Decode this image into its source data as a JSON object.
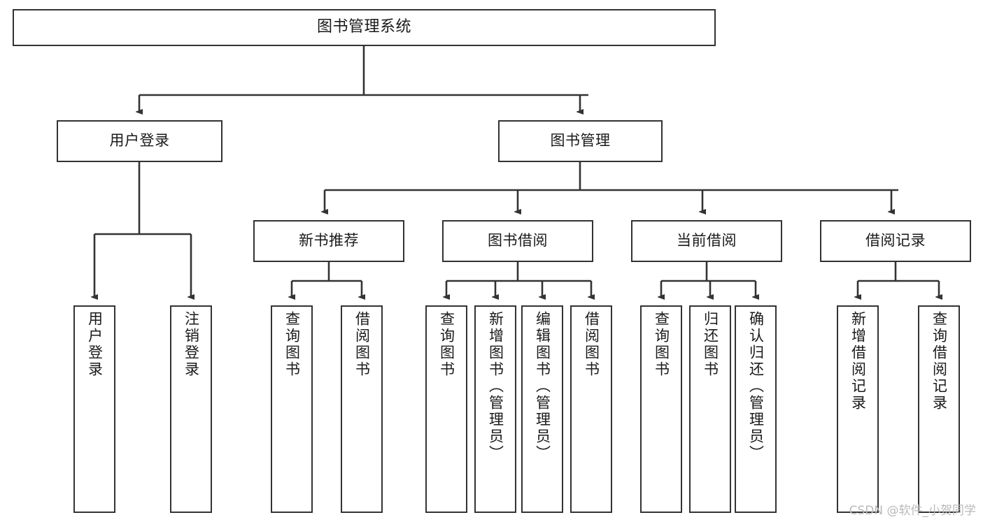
{
  "diagram": {
    "title": "图书管理系统",
    "type": "tree-hierarchy-chart",
    "stroke_color": "#333333",
    "background_color": "#ffffff",
    "text_color": "#1a1a1a"
  },
  "watermark": {
    "text": "CSDN @软件_小贺同学",
    "color": "#b9b9b9"
  },
  "nodes": {
    "root": {
      "label": "图书管理系统"
    },
    "level2": [
      {
        "label": "用户登录"
      },
      {
        "label": "图书管理"
      }
    ],
    "level3": [
      {
        "label": "新书推荐"
      },
      {
        "label": "图书借阅"
      },
      {
        "label": "当前借阅"
      },
      {
        "label": "借阅记录"
      }
    ],
    "leaves": {
      "user_login": [
        {
          "label": "用户登录"
        },
        {
          "label": "注销登录"
        }
      ],
      "new_book_recommend": [
        {
          "label": "查询图书"
        },
        {
          "label": "借阅图书"
        }
      ],
      "book_borrow": [
        {
          "label": "查询图书"
        },
        {
          "label": "新增图书（管理员）"
        },
        {
          "label": "编辑图书（管理员）"
        },
        {
          "label": "借阅图书"
        }
      ],
      "current_borrow": [
        {
          "label": "查询图书"
        },
        {
          "label": "归还图书"
        },
        {
          "label": "确认归还（管理员）"
        }
      ],
      "borrow_record": [
        {
          "label": "新增借阅记录"
        },
        {
          "label": "查询借阅记录"
        }
      ]
    }
  }
}
